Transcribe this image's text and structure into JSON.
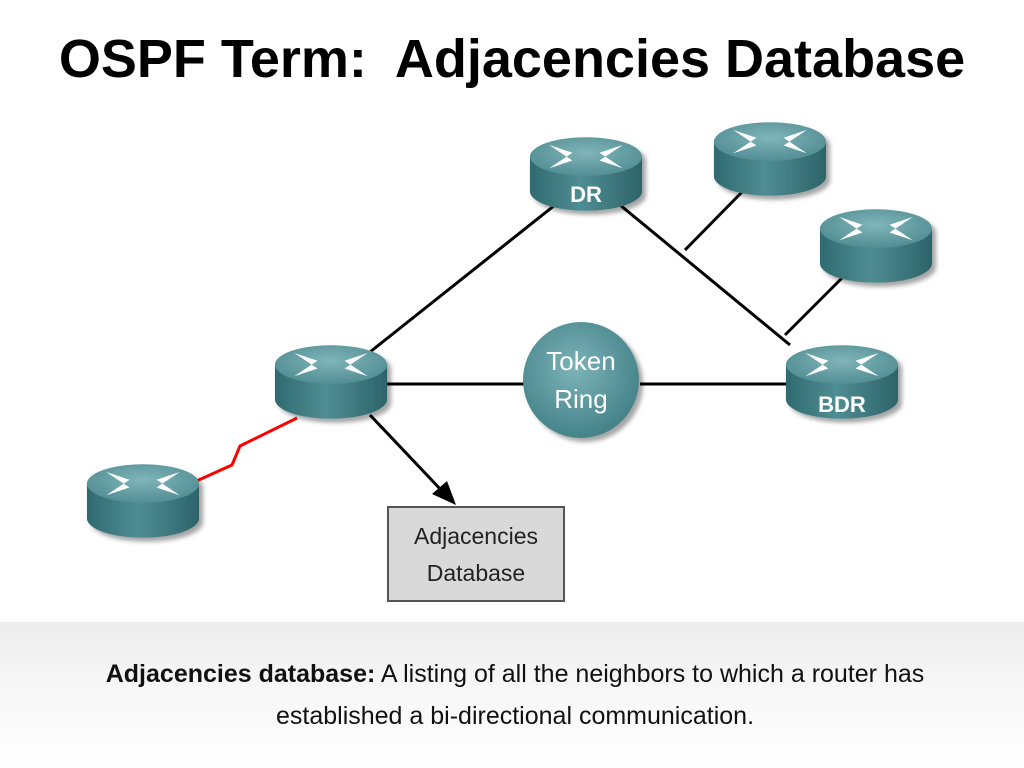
{
  "title": "OSPF Term:  Adjacencies Database",
  "diagram": {
    "routers": {
      "dr": "DR",
      "bdr": "BDR"
    },
    "token_ring": {
      "line1": "Token",
      "line2": "Ring"
    },
    "database_box": {
      "line1": "Adjacencies",
      "line2": "Database"
    }
  },
  "caption": {
    "term": "Adjacencies database:",
    "definition": " A listing of all the neighbors to which a router has established a bi-directional communication."
  },
  "colors": {
    "router_body": "#3f7f85",
    "router_top": "#5d9aa0",
    "wan_link": "#ff0000",
    "database_box": "#d9d9d9"
  }
}
